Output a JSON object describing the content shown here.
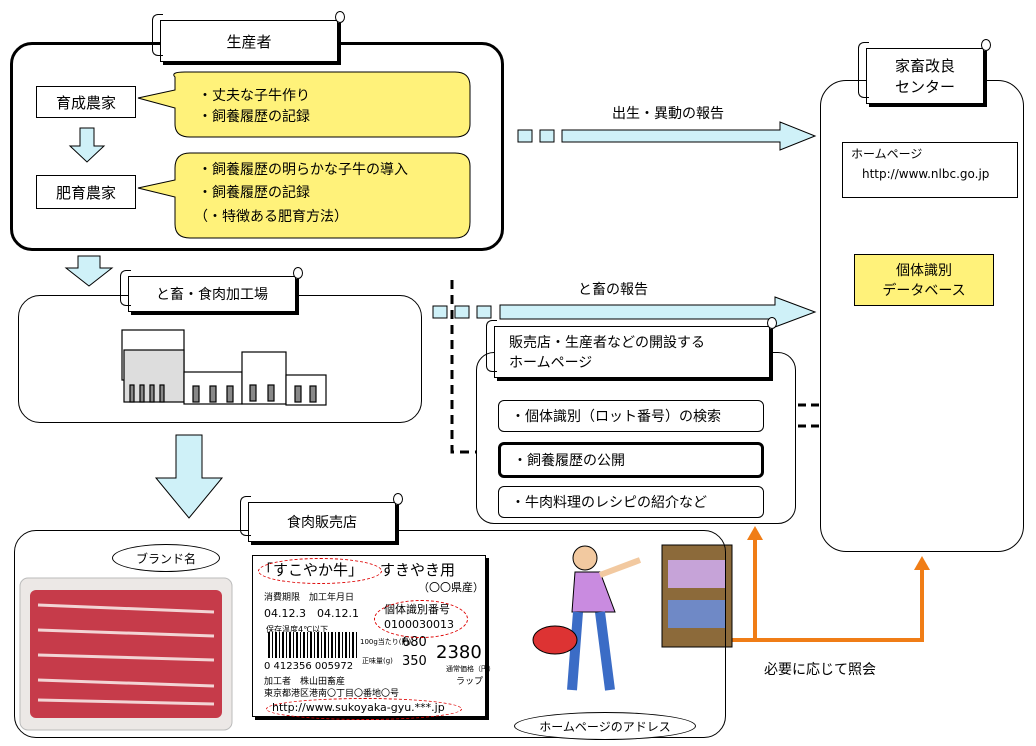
{
  "producer": {
    "title": "生産者",
    "farm_rearing": "育成農家",
    "farm_fattening": "肥育農家",
    "bubble1": [
      "・丈夫な子牛作り",
      "・飼養履歴の記録"
    ],
    "bubble2": [
      "・飼養履歴の明らかな子牛の導入",
      "・飼養履歴の記録",
      "（・特徴ある肥育方法）"
    ]
  },
  "arrows": {
    "birth_report": "出生・異動の報告",
    "slaughter_report": "と畜の報告",
    "inquiry": "必要に応じて照会"
  },
  "center": {
    "title_line1": "家畜改良",
    "title_line2": "センター",
    "homepage_label": "ホームページ",
    "homepage_url": "http://www.nlbc.go.jp",
    "db_line1": "個体識別",
    "db_line2": "データベース"
  },
  "plant": {
    "title": "と畜・食肉加工場"
  },
  "web": {
    "title_line1": "販売店・生産者などの開設する",
    "title_line2": "ホームページ",
    "items": [
      "・個体識別（ロット番号）の検索",
      "・飼養履歴の公開",
      "・牛肉料理のレシピの紹介など"
    ]
  },
  "store": {
    "title": "食肉販売店",
    "brand_callout": "ブランド名",
    "address_callout": "ホームページのアドレス"
  },
  "label": {
    "brand": "「すこやか牛」",
    "product": "すきやき用",
    "origin": "（〇〇県産）",
    "date_headers": "消費期限　加工年月日",
    "dates": "04.12.3　04.12.1",
    "storage": "保存温度4℃以下",
    "id_label": "個体識別番号",
    "id_number": "0100030013",
    "unit_price_label": "100g当たり(円)",
    "unit_price": "680",
    "weight_label": "正味量(g)",
    "weight": "350",
    "total": "2380",
    "normal_price": "通常価格（円）",
    "barcode": "0 412356 005972",
    "processor": "加工者　株山田畜産",
    "address": "東京都港区港南〇丁目〇番地〇号",
    "url": "http://www.sukoyaka-gyu.***.jp",
    "wrap_mark": "ラップ"
  },
  "colors": {
    "bubble": "#FFF27A",
    "arrow": "#CFF1F8",
    "orange": "#F07D16",
    "db_bg": "#FFF27A"
  }
}
